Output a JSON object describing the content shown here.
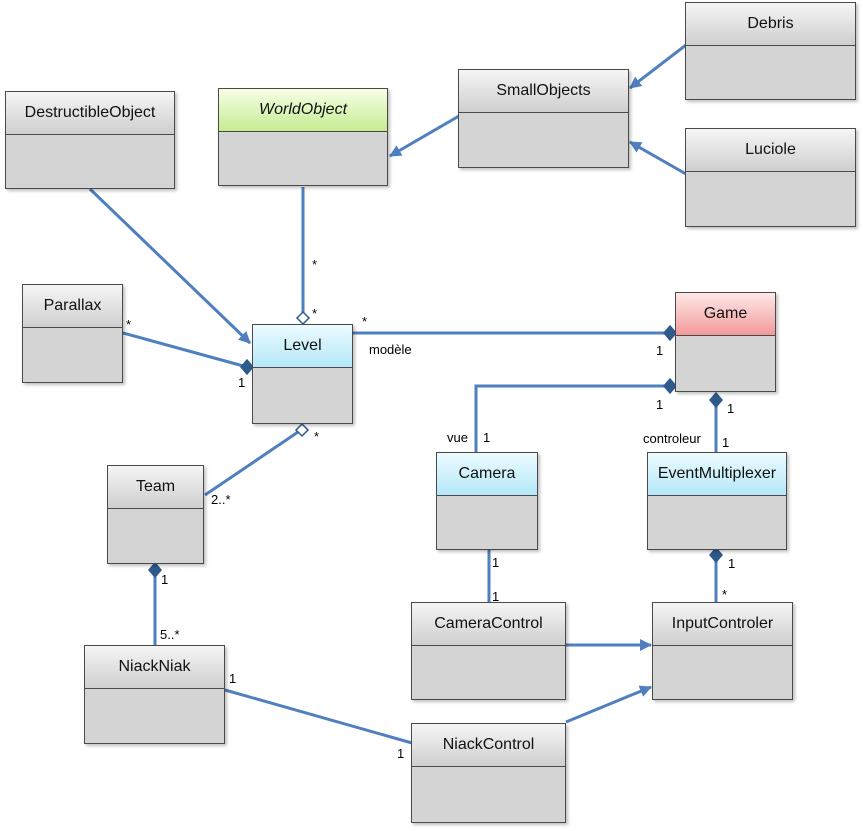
{
  "classes": {
    "debris": "Debris",
    "small_objects": "SmallObjects",
    "luciole": "Luciole",
    "destructible_object": "DestructibleObject",
    "world_object": "WorldObject",
    "parallax": "Parallax",
    "level": "Level",
    "game": "Game",
    "team": "Team",
    "camera": "Camera",
    "event_multiplexer": "EventMultiplexer",
    "niack_niak": "NiackNiak",
    "camera_control": "CameraControl",
    "input_controler": "InputControler",
    "niack_control": "NiackControl"
  },
  "labels": {
    "worldobject_level_top": "*",
    "worldobject_level_bottom": "*",
    "parallax_level_star": "*",
    "parallax_level_one": "1",
    "level_game_star": "*",
    "level_game_role": "modèle",
    "level_game_one": "1",
    "level_team_star": "*",
    "team_level_mult": "2..*",
    "game_camera_one": "1",
    "camera_role": "vue",
    "camera_one": "1",
    "game_event_one": "1",
    "event_role": "controleur",
    "event_one": "1",
    "team_one": "1",
    "niacks_mult": "5..*",
    "camera_cameracontrol_top": "1",
    "camera_cameracontrol_bottom": "1",
    "event_input_one": "1",
    "event_input_star": "*",
    "niak_control_one_a": "1",
    "niak_control_one_b": "1"
  },
  "colors": {
    "line": "#4f7fbf",
    "grey_header": "#e6e6e6",
    "abstract_header": "#c6ec92",
    "highlight_header": "#b4e8f8",
    "main_header": "#f29a9a",
    "body": "#d4d4d4"
  }
}
